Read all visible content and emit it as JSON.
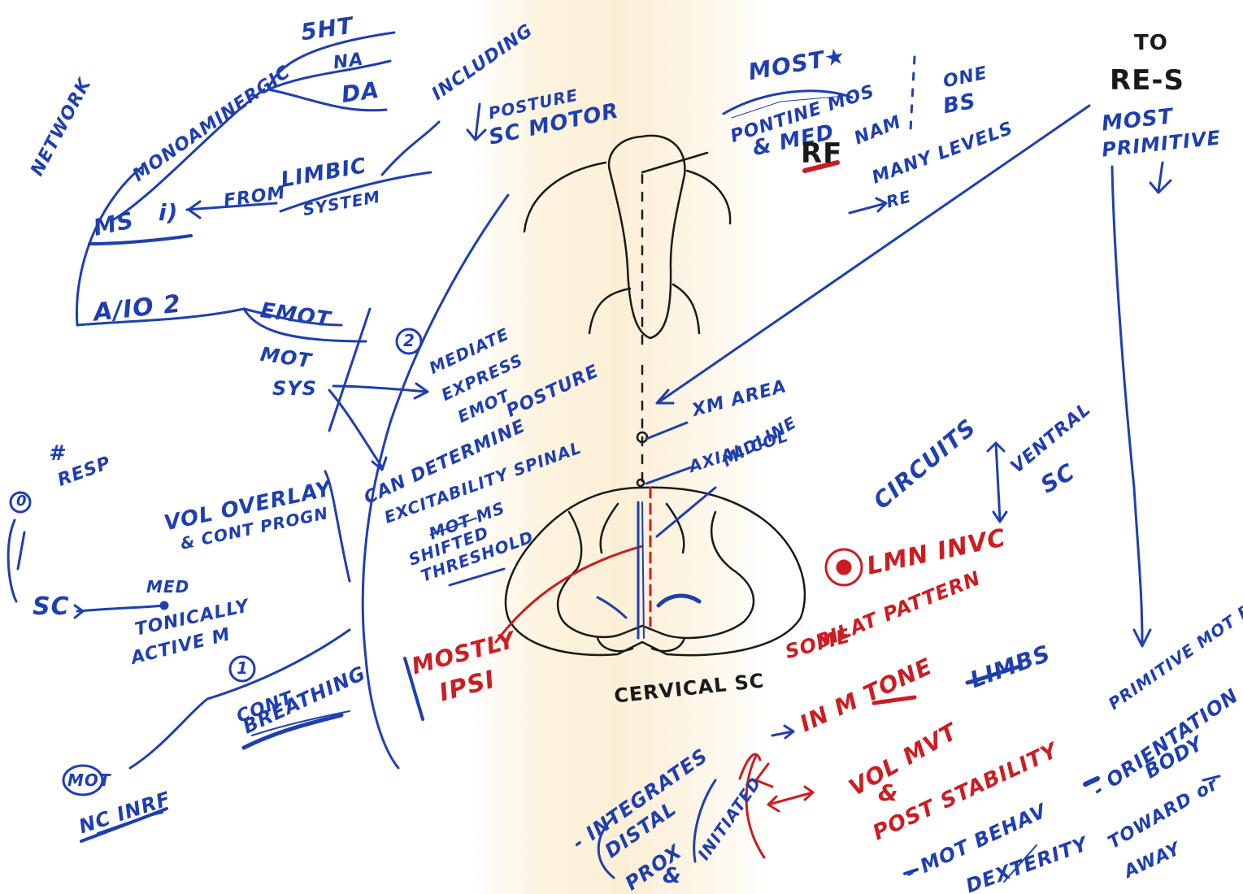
{
  "colors": {
    "ink_blue": "#1f3fb0",
    "ink_red": "#cc1d22",
    "ink_black": "#1a1a1a",
    "paper_fold": "#fbefd6"
  },
  "icons": [
    "star-icon",
    "target-circle-icon",
    "spinal-cord-cross-section-drawing",
    "brainstem-drawing"
  ],
  "left": {
    "network": "NETWORK",
    "monoaminergic": "MONOAMINERGIC",
    "five_ht": "5HT",
    "na": "NA",
    "da": "DA",
    "ms": "MS",
    "i": "i)",
    "from": "FROM",
    "limbic": "LIMBIC",
    "system": "SYSTEM",
    "including": "INCLUDING",
    "posture": "POSTURE",
    "sc_motor": "SC MOTOR",
    "a_i_o_2": "A/IO 2",
    "emot": "EMOT",
    "mot": "MOT",
    "sys": "SYS",
    "circle_2": "2",
    "mediate": "MEDIATE",
    "express": "EXPRESS",
    "emot2": "EMOT",
    "posture2": "POSTURE",
    "can_determine": "CAN DETERMINE",
    "excitability": "EXCITABILITY SPINAL",
    "mot_ms_struck": "MOT ",
    "mot_ms": "MS",
    "shifted": "SHIFTED",
    "threshold": "THRESHOLD",
    "hash": "#",
    "resp": "RESP",
    "circle_0": "0",
    "vol": "VOL OVERLAY",
    "cont_prog": "& CONT PROGN",
    "sc": "SC",
    "med": "MED",
    "tonically": "TONICALLY",
    "active_m": "ACTIVE M",
    "circle_1": "1",
    "cont": "CONT",
    "breathing": "BREATHING",
    "mot_circle": "MOT",
    "nc_inrf": "NC INRF"
  },
  "center": {
    "most": "MOST",
    "pontine": "PONTINE MOS",
    "med": "& MED",
    "rf": "RF",
    "nam": "NAM",
    "one_bs": "ONE",
    "bs": "BS",
    "many_levels": "MANY LEVELS",
    "re": "RE",
    "xm_area": "XM AREA",
    "axial_col": "AXIAL COL",
    "midline": "MIDLINE",
    "circuits": "CIRCUITS",
    "ventral": "VENTRAL",
    "sc": "SC",
    "lmn_invc": "LMN INVC",
    "mostly": "MOSTLY",
    "ipsi": "IPSI",
    "some": "SOME",
    "bilat_pattern": "BILAT PATTERN",
    "cervical_sc": "CERVICAL SC"
  },
  "bottom": {
    "in_m_tone": "IN M TONE",
    "limbs": "LIMBS",
    "integrates": "- INTEGRATES",
    "distal": "DISTAL",
    "prox": "PROX",
    "and": "&",
    "initiated": "INITIATED",
    "vol_mvt": "VOL MVT",
    "amp": "&",
    "post_stability": "POST STABILITY",
    "mot_behav": "- MOT BEHAV",
    "dexterity": "DEXTERITY"
  },
  "right": {
    "to": "TO",
    "re_s": "RE-S",
    "most": "MOST",
    "primitive": "PRIMITIVE",
    "primitive_mot_behav": "PRIMITIVE MOT BEHAV",
    "orientation": "- ORIENTATION",
    "body": "BODY",
    "toward": "TOWARD or",
    "away": "AWAY"
  }
}
